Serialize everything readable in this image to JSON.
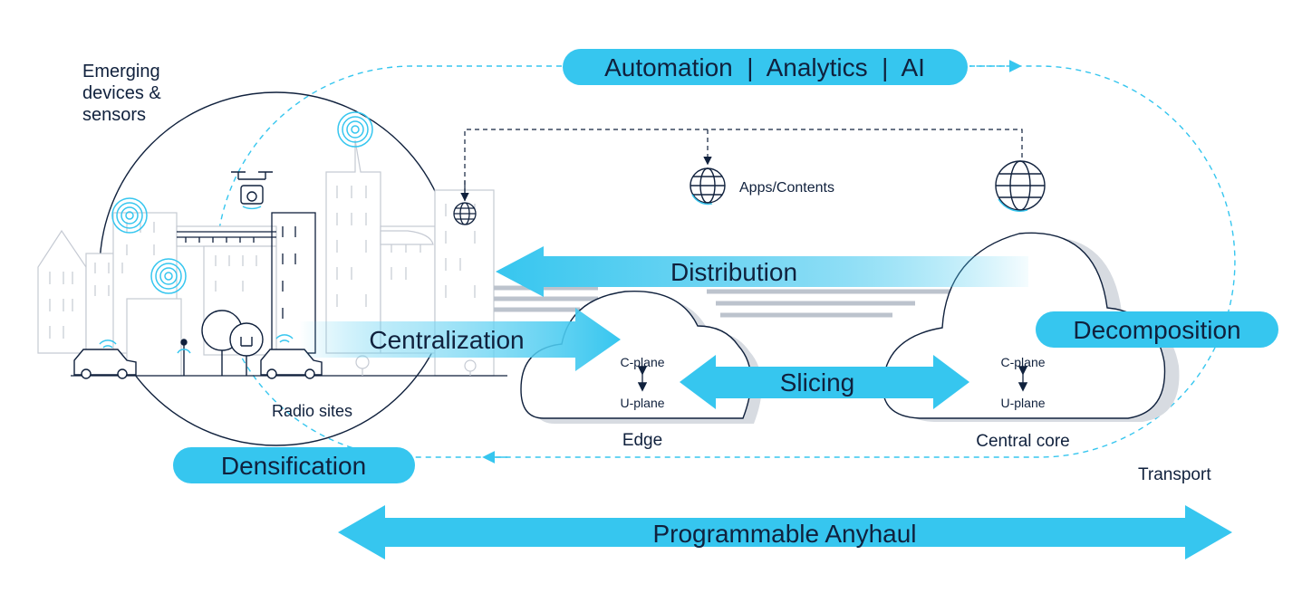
{
  "labels": {
    "emerging_line1": "Emerging",
    "emerging_line2": "devices &",
    "emerging_line3": "sensors",
    "radio_sites": "Radio sites",
    "apps_contents": "Apps/Contents",
    "edge": "Edge",
    "central_core": "Central core",
    "transport": "Transport",
    "c_plane": "C-plane",
    "u_plane": "U-plane"
  },
  "pills": {
    "automation": "Automation  |  Analytics  |  AI",
    "densification": "Densification",
    "decomposition": "Decomposition"
  },
  "arrows": {
    "distribution": "Distribution",
    "centralization": "Centralization",
    "slicing": "Slicing",
    "anyhaul": "Programmable Anyhaul"
  },
  "colors": {
    "accent": "#36c6ef",
    "ink": "#10213d",
    "light_line": "#bcc3cd",
    "dashed": "#36c6ef"
  },
  "icons": [
    "globe-icon",
    "drone-icon",
    "wifi-signal-icon",
    "car-icon",
    "tree-icon",
    "street-lamp-icon",
    "train-icon"
  ]
}
